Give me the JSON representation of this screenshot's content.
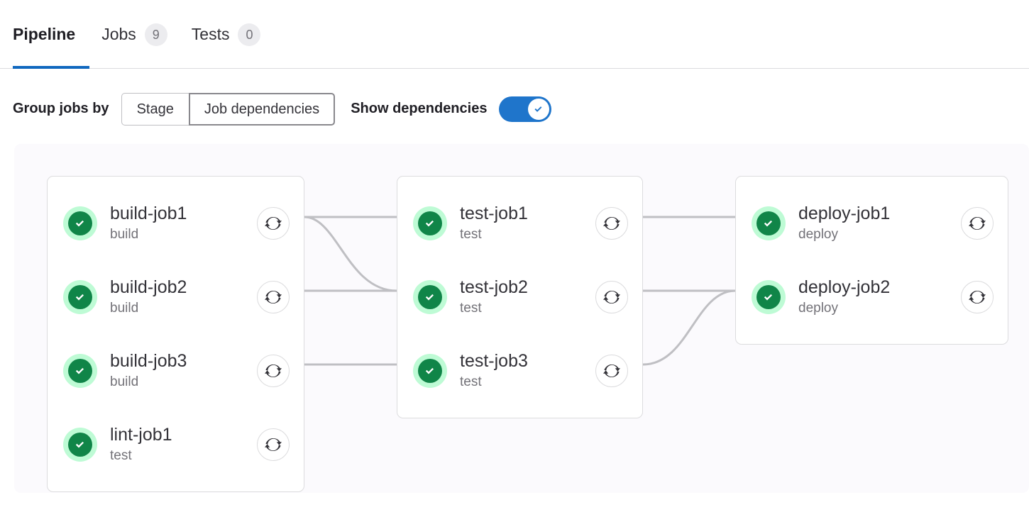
{
  "tabs": [
    {
      "label": "Pipeline",
      "badge": null,
      "active": true,
      "name": "tab-pipeline"
    },
    {
      "label": "Jobs",
      "badge": "9",
      "active": false,
      "name": "tab-jobs"
    },
    {
      "label": "Tests",
      "badge": "0",
      "active": false,
      "name": "tab-tests"
    }
  ],
  "controls": {
    "group_jobs_by_label": "Group jobs by",
    "group_options": [
      {
        "label": "Stage",
        "selected": false
      },
      {
        "label": "Job dependencies",
        "selected": true
      }
    ],
    "show_dependencies_label": "Show dependencies",
    "show_dependencies_on": true,
    "toggle_icon": "check-icon"
  },
  "graph": {
    "status_icon": "status-success-check-icon",
    "action_icon": "retry-refresh-icon",
    "colors": {
      "success_green": "#108548",
      "success_halo": "#befbd5",
      "accent_blue": "#1f75cb",
      "tab_underline": "#1068bf",
      "link_line": "#bfbfc3",
      "canvas_bg": "#fbfafd",
      "card_border": "#dcdcde"
    },
    "columns": [
      {
        "id": "build",
        "jobs": [
          {
            "name": "build-job1",
            "stage": "build",
            "status": "success"
          },
          {
            "name": "build-job2",
            "stage": "build",
            "status": "success"
          },
          {
            "name": "build-job3",
            "stage": "build",
            "status": "success"
          },
          {
            "name": "lint-job1",
            "stage": "test",
            "status": "success"
          }
        ]
      },
      {
        "id": "test",
        "jobs": [
          {
            "name": "test-job1",
            "stage": "test",
            "status": "success"
          },
          {
            "name": "test-job2",
            "stage": "test",
            "status": "success"
          },
          {
            "name": "test-job3",
            "stage": "test",
            "status": "success"
          }
        ]
      },
      {
        "id": "deploy",
        "jobs": [
          {
            "name": "deploy-job1",
            "stage": "deploy",
            "status": "success"
          },
          {
            "name": "deploy-job2",
            "stage": "deploy",
            "status": "success"
          }
        ]
      }
    ],
    "links": [
      {
        "from": "build-job1",
        "to": "test-job1",
        "shape": "straight"
      },
      {
        "from": "build-job1",
        "to": "test-job2",
        "shape": "curve-down"
      },
      {
        "from": "build-job2",
        "to": "test-job2",
        "shape": "straight"
      },
      {
        "from": "build-job3",
        "to": "test-job3",
        "shape": "straight"
      },
      {
        "from": "test-job1",
        "to": "deploy-job1",
        "shape": "straight"
      },
      {
        "from": "test-job2",
        "to": "deploy-job2",
        "shape": "straight"
      },
      {
        "from": "test-job3",
        "to": "deploy-job2",
        "shape": "curve-up"
      }
    ]
  }
}
